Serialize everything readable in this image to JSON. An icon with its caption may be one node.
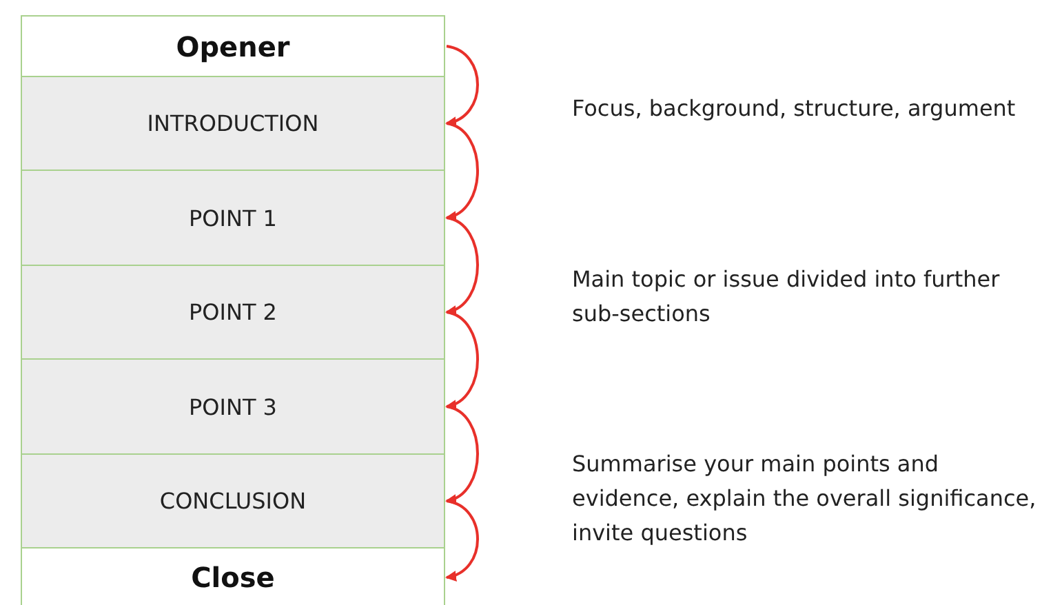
{
  "diagram": {
    "nodes": [
      {
        "text": [
          "Opener"
        ]
      },
      {
        "text": [
          "INTRODUCTION"
        ]
      },
      {
        "text": [
          "POINT 1"
        ]
      },
      {
        "text": [
          "POINT 2"
        ]
      },
      {
        "text": [
          "POINT 3"
        ]
      },
      {
        "text": [
          "CONCLUSION"
        ]
      },
      {
        "text": [
          "Close"
        ]
      }
    ],
    "edges": [
      {
        "from": 0,
        "to": 1,
        "arrow": "to"
      },
      {
        "from": 1,
        "to": 2,
        "arrow": "to"
      },
      {
        "from": 2,
        "to": 3,
        "arrow": "to"
      },
      {
        "from": 3,
        "to": 4,
        "arrow": "to"
      },
      {
        "from": 4,
        "to": 5,
        "arrow": "to"
      },
      {
        "from": 5,
        "to": 6,
        "arrow": "to"
      }
    ],
    "labels": [
      "Focus, background, structure, argument",
      "Main topic or issue divided into further sub-sections",
      "Summarise your main points and evidence, explain the overall significance, invite questions"
    ]
  }
}
